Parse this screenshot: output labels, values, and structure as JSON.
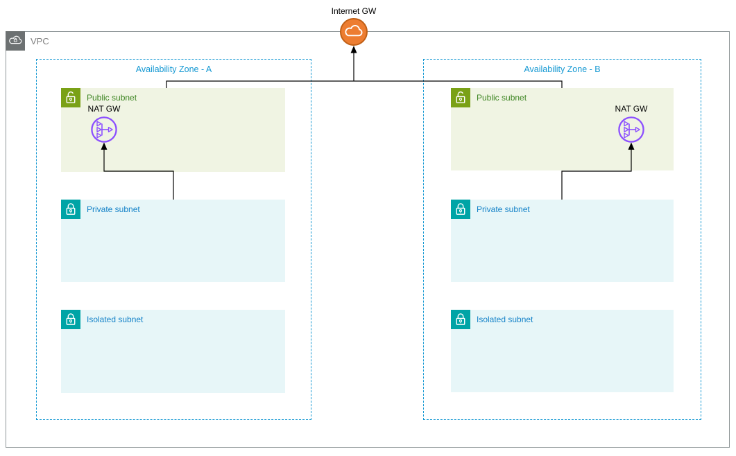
{
  "vpc": {
    "label": "VPC"
  },
  "internet_gateway": {
    "label": "Internet GW"
  },
  "zones": [
    {
      "label": "Availability Zone - A",
      "subnets": [
        {
          "kind": "public",
          "label": "Public subnet"
        },
        {
          "kind": "private",
          "label": "Private subnet"
        },
        {
          "kind": "isolated",
          "label": "Isolated subnet"
        }
      ],
      "nat_gateway": {
        "label": "NAT GW"
      }
    },
    {
      "label": "Availability Zone - B",
      "subnets": [
        {
          "kind": "public",
          "label": "Public subnet"
        },
        {
          "kind": "private",
          "label": "Private subnet"
        },
        {
          "kind": "isolated",
          "label": "Isolated subnet"
        }
      ],
      "nat_gateway": {
        "label": "NAT GW"
      }
    }
  ],
  "connections": [
    {
      "from": "public-subnet-a",
      "to": "internet-gateway",
      "arrow": "to"
    },
    {
      "from": "public-subnet-b",
      "to": "internet-gateway",
      "arrow": "to"
    },
    {
      "from": "private-subnet-a",
      "to": "nat-gateway-a",
      "arrow": "to"
    },
    {
      "from": "private-subnet-b",
      "to": "nat-gateway-b",
      "arrow": "to"
    }
  ],
  "colors": {
    "az_border": "#1699D3",
    "az_label": "#1699D3",
    "public_subnet_bg": "#F0F4E3",
    "public_subnet_icon": "#7AA116",
    "public_subnet_label": "#3F8624",
    "private_subnet_bg": "#E7F6F8",
    "private_subnet_icon": "#00A4A6",
    "private_subnet_label": "#1482C8",
    "nat_gateway": "#8C4FFF",
    "internet_gateway_fill": "#ED7D31",
    "internet_gateway_stroke": "#C05F15",
    "vpc_border": "#8F9698",
    "vpc_icon_bg": "#6D7172",
    "vpc_label": "#7F7F7F",
    "connector": "#000000"
  }
}
